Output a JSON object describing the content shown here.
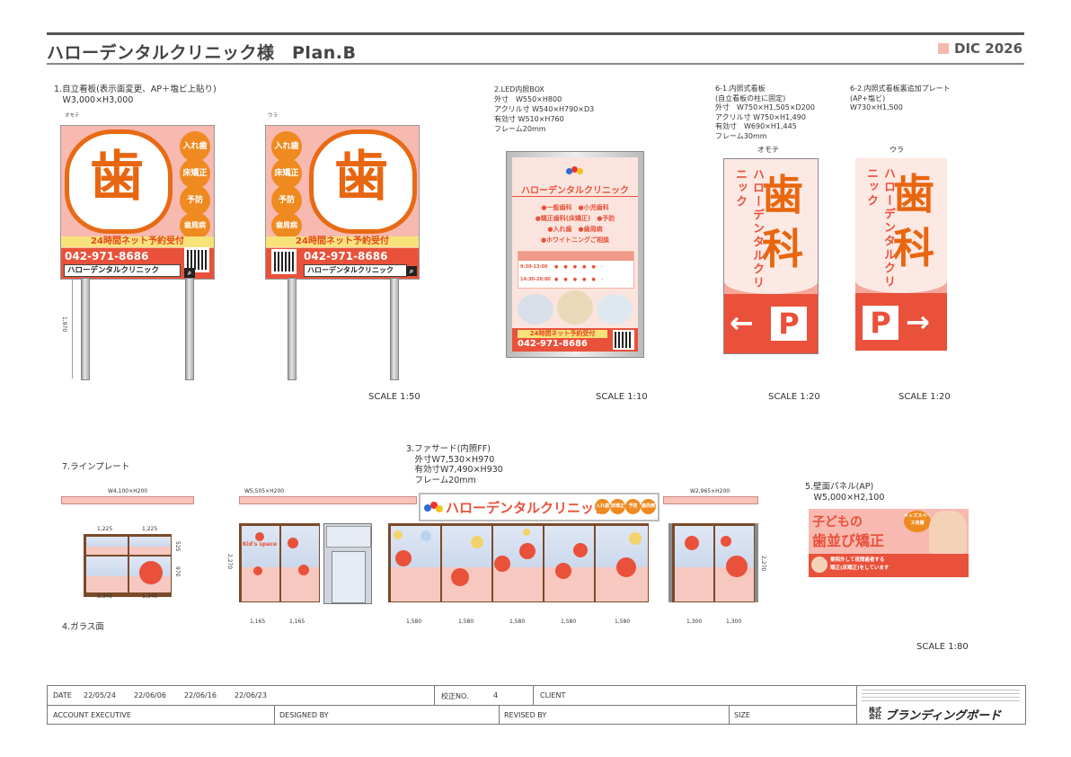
{
  "header": {
    "title": "ハローデンタルクリニック様　Plan.B",
    "dic": "DIC 2026"
  },
  "sign1": {
    "label": "1.自立看板(表示面変更、AP＋塩ビ上貼り)\n　W3,000×H3,000",
    "front": "オモテ",
    "back": "ウラ",
    "char": "歯",
    "circles": [
      "入れ歯",
      "床矯正",
      "予防",
      "歯周病"
    ],
    "reserve": "24時間ネット予約受付",
    "phone": "042-971-8686",
    "name": "ハローデンタルクリニック",
    "height_dim": "1,970",
    "scale": "SCALE 1:50"
  },
  "led": {
    "label": "2.LED内照BOX\n外寸　W550×H800\nアクリル寸 W540×H790×D3\n有効寸 W510×H760\nフレーム20mm",
    "clinic": "ハローデンタルクリニック",
    "services": [
      "●一般歯科　●小児歯科",
      "●矯正歯科(床矯正)　●予防",
      "●入れ歯　●歯周病",
      "●ホワイトニングご相談"
    ],
    "times": [
      "9:30-13:00",
      "14:30-20:00"
    ],
    "reserve": "24時間ネット予約受付",
    "phone": "042-971-8686",
    "scale": "SCALE 1:10"
  },
  "sign61": {
    "label": "6-1.内照式看板\n(自立看板の柱に固定)\n外寸　W750×H1,505×D200\nアクリル寸 W750×H1,490\n有効寸　W690×H1,445\nフレーム30mm",
    "front": "オモテ",
    "vertical": "ハローデンタルクリニック",
    "chars": [
      "歯",
      "科"
    ],
    "arrow": "←",
    "p": "P",
    "scale": "SCALE 1:20"
  },
  "sign62": {
    "label": "6-2.内照式看板裏追加プレート\n(AP+塩ビ)\nW730×H1,500",
    "back": "ウラ",
    "vertical": "ハローデンタルクリニック",
    "chars": [
      "歯",
      "科"
    ],
    "arrow": "→",
    "p": "P",
    "scale": "SCALE 1:20"
  },
  "lineplate": {
    "label": "7.ラインプレート",
    "w1": "W4,100×H200",
    "w2": "W5,505×H200",
    "w3": "W2,965×H200"
  },
  "facade": {
    "label": "3.ファサード(内照FF)\n　外寸W7,530×H970\n　有効寸W7,490×H930\n　フレーム20mm",
    "clinic": "ハローデンタルクリニック",
    "tags": [
      "入れ歯",
      "床矯正",
      "予防",
      "歯周病"
    ]
  },
  "glass": {
    "label": "4.ガラス面",
    "kids": "Kid's space",
    "dims_a": [
      "1,225",
      "1,225",
      "1,345",
      "1,345",
      "525",
      "970"
    ],
    "dims_b": [
      "1,165",
      "1,165",
      "2,270"
    ],
    "dims_c": [
      "1,580",
      "1,580",
      "1,580",
      "1,580",
      "1,580"
    ],
    "dims_d": [
      "1,300",
      "1,300",
      "2,270"
    ],
    "scale": "SCALE 1:80"
  },
  "panel": {
    "label": "5.壁面パネル(AP)\n　W5,000×H2,100",
    "line1": "子どもの",
    "line2": "歯並び矯正",
    "badge": "キッズスペース完備",
    "sub": "乗院外して夜間歯者する\n矯正(床矯正)をしています"
  },
  "footer": {
    "date_label": "DATE",
    "dates": [
      "22/05/24",
      "22/06/06",
      "22/06/16",
      "22/06/23"
    ],
    "rev_label": "校正NO.",
    "rev": "4",
    "client_label": "CLIENT",
    "ae_label": "ACCOUNT EXECUTIVE",
    "designed_label": "DESIGNED BY",
    "revised_label": "REVISED BY",
    "size_label": "SIZE",
    "company": "ブランディングボード",
    "company_prefix": "株式会社"
  }
}
